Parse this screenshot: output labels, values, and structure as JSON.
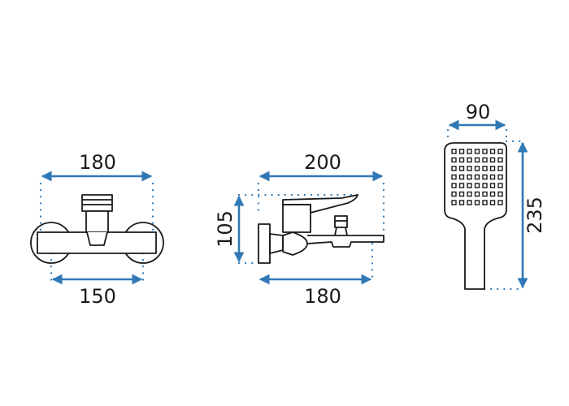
{
  "views": {
    "front": {
      "top_dimension": "180",
      "bottom_dimension": "150"
    },
    "side": {
      "top_dimension": "200",
      "height_dimension": "105",
      "bottom_dimension": "180"
    },
    "shower_head": {
      "top_dimension": "90",
      "height_dimension": "235"
    }
  },
  "colors": {
    "dimension": "#2f78b5",
    "outline": "#1a1a1a"
  }
}
